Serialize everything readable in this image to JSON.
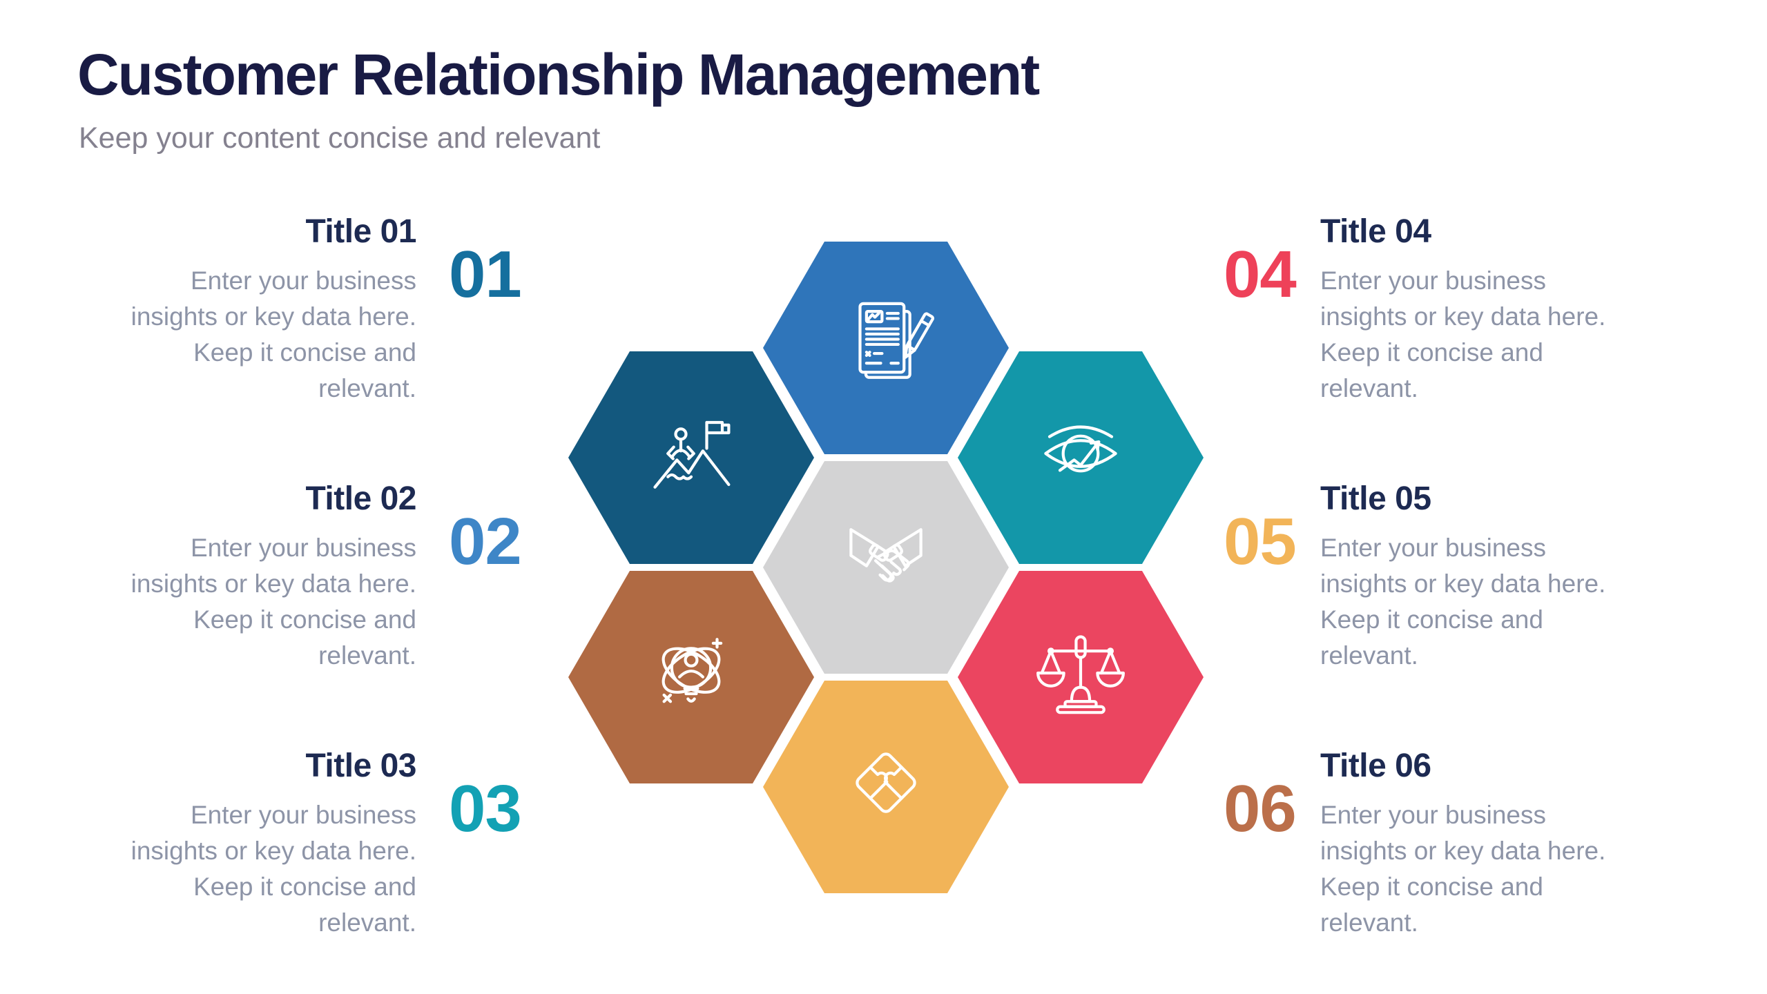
{
  "header": {
    "title": "Customer Relationship Management",
    "subtitle": "Keep your content concise and relevant"
  },
  "items": [
    {
      "number": "01",
      "title": "Title 01",
      "description": "Enter your business\ninsights or key data here.\nKeep it concise and\nrelevant.",
      "number_color": "#156f9e",
      "side": "left"
    },
    {
      "number": "02",
      "title": "Title 02",
      "description": "Enter your business\ninsights or key data here.\nKeep it concise and\nrelevant.",
      "number_color": "#3e86c7",
      "side": "left"
    },
    {
      "number": "03",
      "title": "Title 03",
      "description": "Enter your business\ninsights or key data here.\nKeep it concise and\nrelevant.",
      "number_color": "#13a1b4",
      "side": "left"
    },
    {
      "number": "04",
      "title": "Title 04",
      "description": "Enter your business\ninsights or key data here.\nKeep it concise and\nrelevant.",
      "number_color": "#ee4159",
      "side": "right"
    },
    {
      "number": "05",
      "title": "Title 05",
      "description": "Enter your business\ninsights or key data here.\nKeep it concise and\nrelevant.",
      "number_color": "#f2b458",
      "side": "right"
    },
    {
      "number": "06",
      "title": "Title 06",
      "description": "Enter your business\ninsights or key data here.\nKeep it concise and\nrelevant.",
      "number_color": "#bb6f4a",
      "side": "right"
    }
  ],
  "hexagons": [
    {
      "position": "top",
      "icon": "document-pencil",
      "color": "#2f75ba"
    },
    {
      "position": "top-left",
      "icon": "mountain-flag",
      "color": "#13587e"
    },
    {
      "position": "top-right",
      "icon": "eye-growth",
      "color": "#1397a9"
    },
    {
      "position": "center",
      "icon": "handshake",
      "color": "#d3d3d4"
    },
    {
      "position": "bottom-left",
      "icon": "atom-bulb",
      "color": "#b06a43"
    },
    {
      "position": "bottom-right",
      "icon": "scales",
      "color": "#eb4560"
    },
    {
      "position": "bottom",
      "icon": "puzzle",
      "color": "#f2b458"
    }
  ]
}
